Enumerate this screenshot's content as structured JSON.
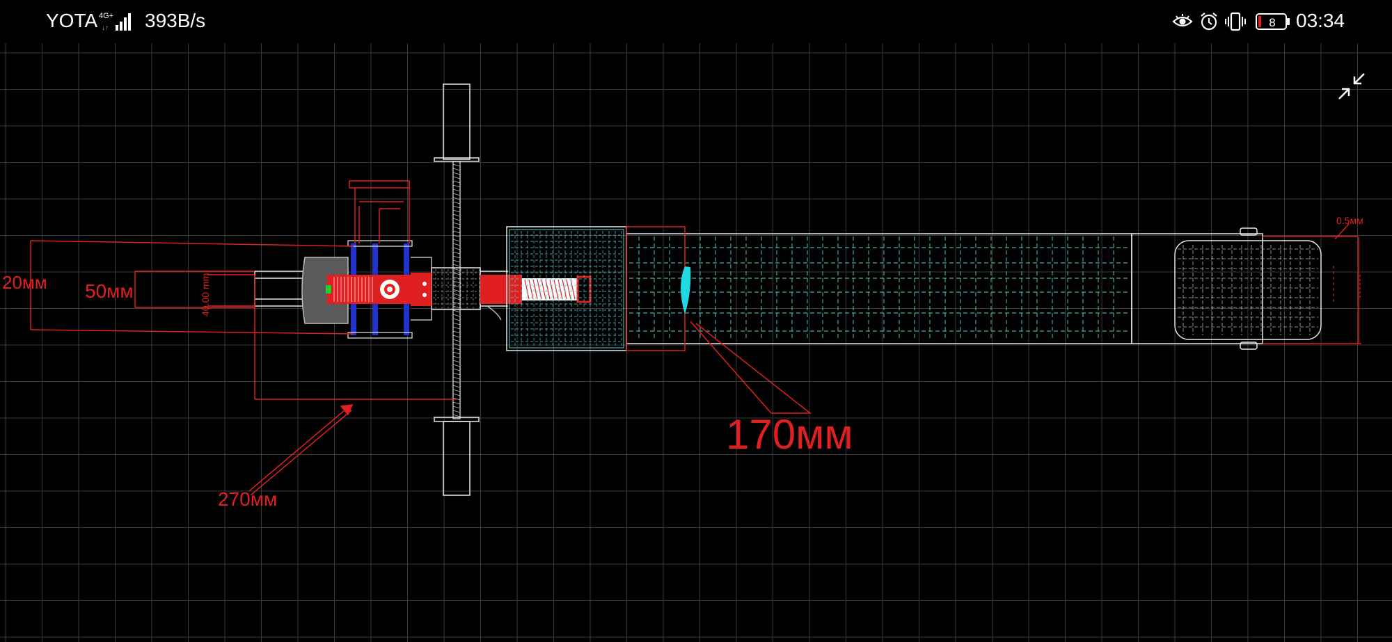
{
  "status_bar": {
    "carrier": "YOTA",
    "network_type": "4G+",
    "network_speed": "393B/s",
    "battery_level": "8",
    "time": "03:34",
    "icons": [
      "eye-comfort-icon",
      "alarm-icon",
      "vibrate-icon",
      "battery-icon",
      "signal-icon"
    ]
  },
  "drawing": {
    "labels": {
      "d20": "20мм",
      "d50": "50мм",
      "d40": "40.00 mm",
      "d270": "270мм",
      "d170": "170мм",
      "d05": "0.5мм"
    },
    "colors": {
      "background": "#000000",
      "grid": "#3a3a3a",
      "outline": "#e8e8e8",
      "dimension": "#e02020",
      "hatch": "#5ad2d2",
      "motor": "#e02020",
      "clamp": "#2233cc",
      "accent_green": "#22cc33",
      "accent_cyan": "#22d8e0"
    }
  },
  "controls": {
    "exit_fullscreen_icon": "exit-fullscreen-icon"
  }
}
